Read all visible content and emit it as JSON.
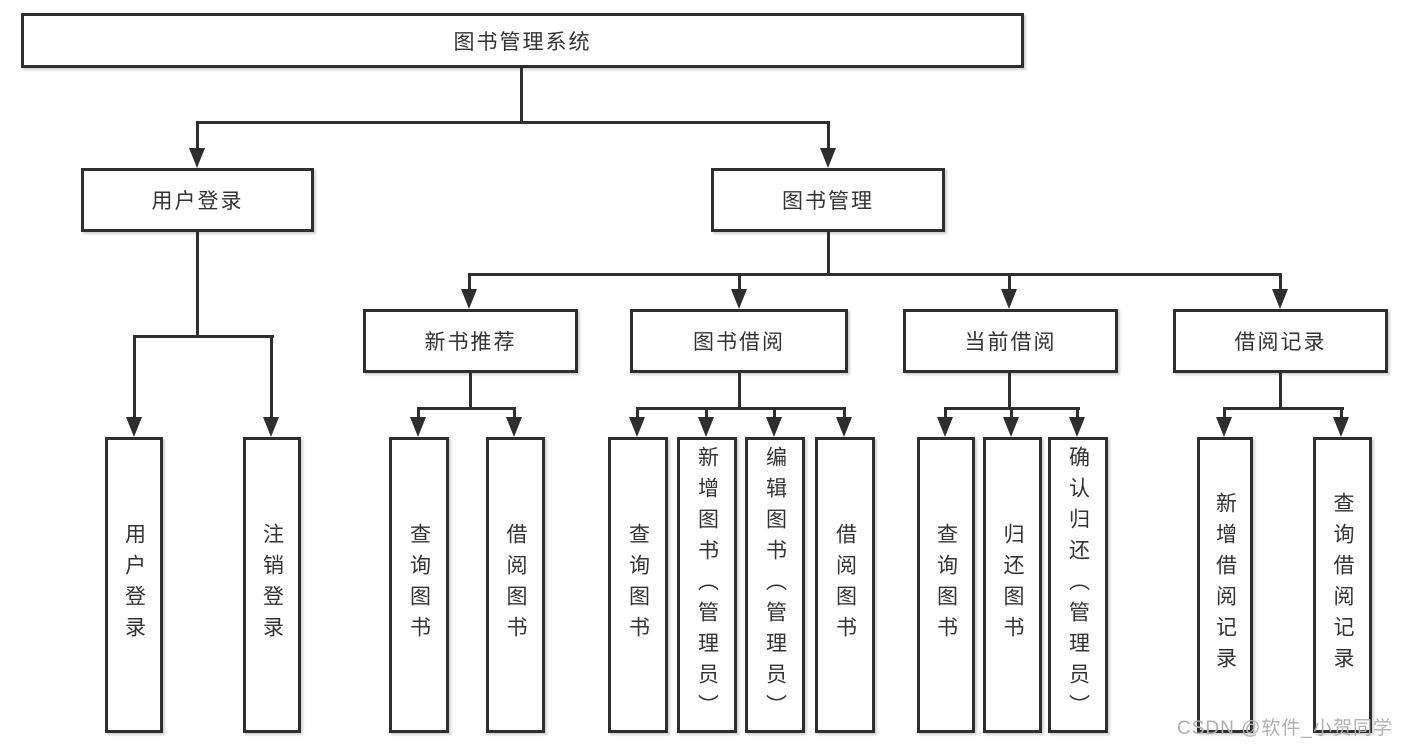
{
  "nodes": {
    "root": "图书管理系统",
    "level2": [
      "用户登录",
      "图书管理"
    ],
    "level3": [
      "新书推荐",
      "图书借阅",
      "当前借阅",
      "借阅记录"
    ],
    "user_login_children": [
      "用户登录",
      "注销登录"
    ],
    "new_book_children": [
      "查询图书",
      "借阅图书"
    ],
    "borrow_children": [
      "查询图书",
      "新增图书（管理员）",
      "编辑图书（管理员）",
      "借阅图书"
    ],
    "current_children": [
      "查询图书",
      "归还图书",
      "确认归还（管理员）"
    ],
    "record_children": [
      "新增借阅记录",
      "查询借阅记录"
    ]
  },
  "watermark": {
    "text": "CSDN @软件_小贺同学"
  },
  "colors": {
    "line": "#2e2e2e",
    "box_border": "#2e2e2e",
    "text": "#333333",
    "background": "#ffffff",
    "watermark": "#b0b0b0"
  }
}
